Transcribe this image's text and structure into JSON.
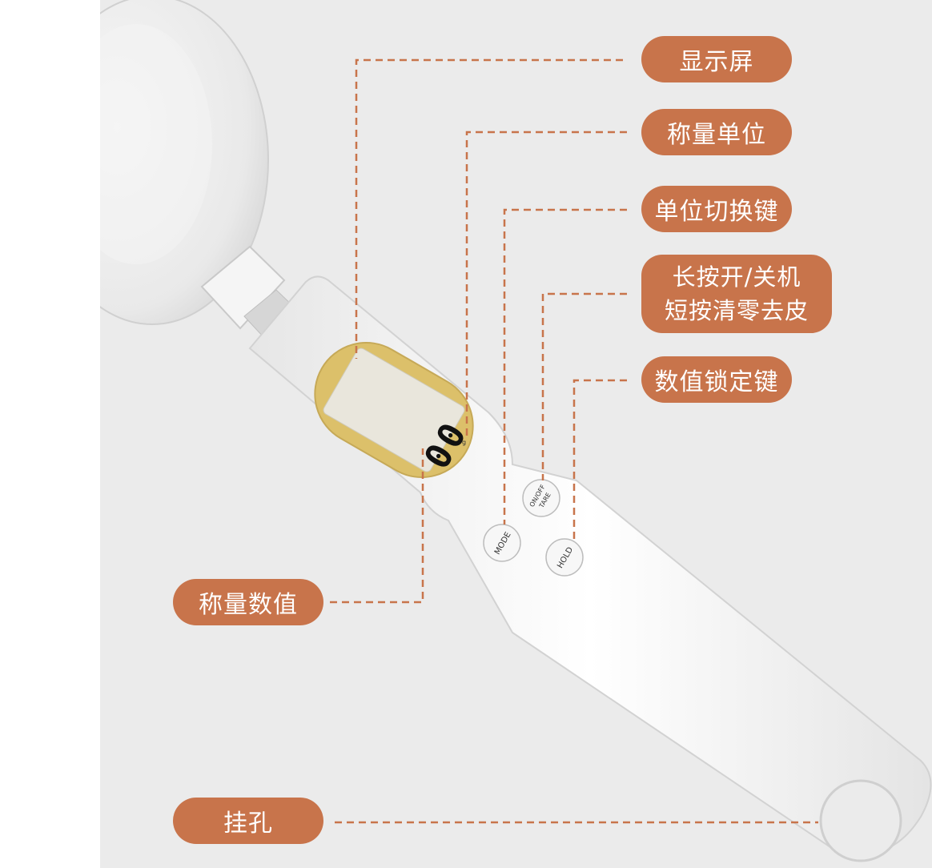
{
  "colors": {
    "accent": "#c8744b",
    "background": "#ebebeb",
    "lcd_frame": "#dcc06a",
    "dash": "#c8744b"
  },
  "callouts": {
    "display": "显示屏",
    "unit": "称量单位",
    "unit_switch_key": "单位切换键",
    "power_tare_line1": "长按开/关机",
    "power_tare_line2": "短按清零去皮",
    "hold_key": "数值锁定键",
    "weight_value": "称量数值",
    "hang_hole": "挂孔"
  },
  "device": {
    "buttons": {
      "mode": "MODE",
      "onoff": "ON/OFF",
      "tare": "TARE",
      "hold": "HOLD"
    },
    "icons": [
      "lcd-screen-icon",
      "spoon-bowl-icon",
      "hang-hole-icon"
    ]
  }
}
